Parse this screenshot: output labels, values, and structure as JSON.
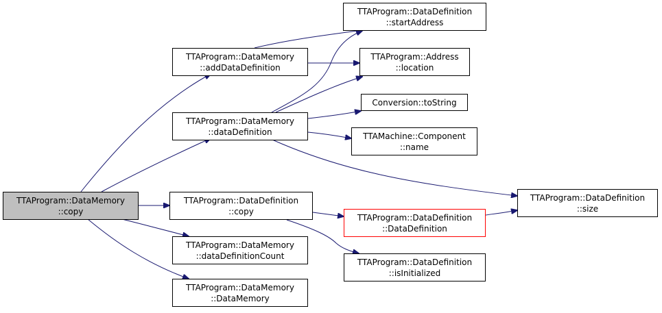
{
  "colors": {
    "edge": "#191970",
    "node_border": "#000000",
    "highlight_fill": "#bfbfbf",
    "incomplete_border": "#ff0000"
  },
  "nodes": {
    "dm_copy": {
      "line1": "TTAProgram::DataMemory",
      "line2": "::copy"
    },
    "dm_addDataDefinition": {
      "line1": "TTAProgram::DataMemory",
      "line2": "::addDataDefinition"
    },
    "dm_dataDefinition": {
      "line1": "TTAProgram::DataMemory",
      "line2": "::dataDefinition"
    },
    "dd_copy": {
      "line1": "TTAProgram::DataDefinition",
      "line2": "::copy"
    },
    "dm_dataDefinitionCount": {
      "line1": "TTAProgram::DataMemory",
      "line2": "::dataDefinitionCount"
    },
    "dm_DataMemory": {
      "line1": "TTAProgram::DataMemory",
      "line2": "::DataMemory"
    },
    "dd_startAddress": {
      "line1": "TTAProgram::DataDefinition",
      "line2": "::startAddress"
    },
    "addr_location": {
      "line1": "TTAProgram::Address",
      "line2": "::location"
    },
    "conv_toString": {
      "line1": "Conversion::toString"
    },
    "comp_name": {
      "line1": "TTAMachine::Component",
      "line2": "::name"
    },
    "dd_DataDefinition": {
      "line1": "TTAProgram::DataDefinition",
      "line2": "::DataDefinition"
    },
    "dd_isInitialized": {
      "line1": "TTAProgram::DataDefinition",
      "line2": "::isInitialized"
    },
    "dd_size": {
      "line1": "TTAProgram::DataDefinition",
      "line2": "::size"
    }
  }
}
